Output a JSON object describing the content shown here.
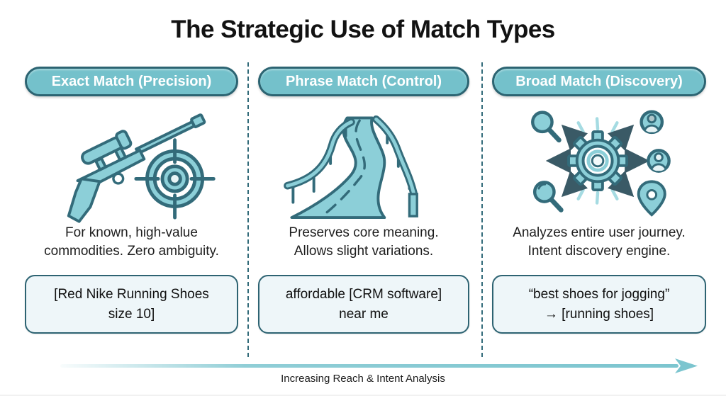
{
  "title": "The Strategic Use of Match Types",
  "columns": [
    {
      "header": "Exact Match (Precision)",
      "icon": "sniper-rifle-target-icon",
      "description": "For known, high-value\ncommodities. Zero ambiguity.",
      "example": "[Red Nike Running Shoes\nsize 10]"
    },
    {
      "header": "Phrase Match (Control)",
      "icon": "winding-road-icon",
      "description": "Preserves core meaning.\nAllows slight variations.",
      "example": "affordable [CRM software]\nnear me"
    },
    {
      "header": "Broad Match (Discovery)",
      "icon": "gear-network-icon",
      "description": "Analyzes entire user journey.\nIntent discovery engine.",
      "example": "“best shoes for jogging”\n→ [running shoes]"
    }
  ],
  "footer": {
    "arrow_label": "Increasing Reach & Intent Analysis"
  },
  "colors": {
    "pill_fill": "#74c1cb",
    "pill_border": "#2c6472",
    "icon_fill": "#8ccfd8",
    "icon_stroke": "#336b7a",
    "ray_color": "#a5dbe2",
    "example_fill": "#eef6f9",
    "example_border": "#2d6372",
    "divider": "#336b7a",
    "arrow": "#7cc5cf",
    "title_text": "#121212"
  }
}
